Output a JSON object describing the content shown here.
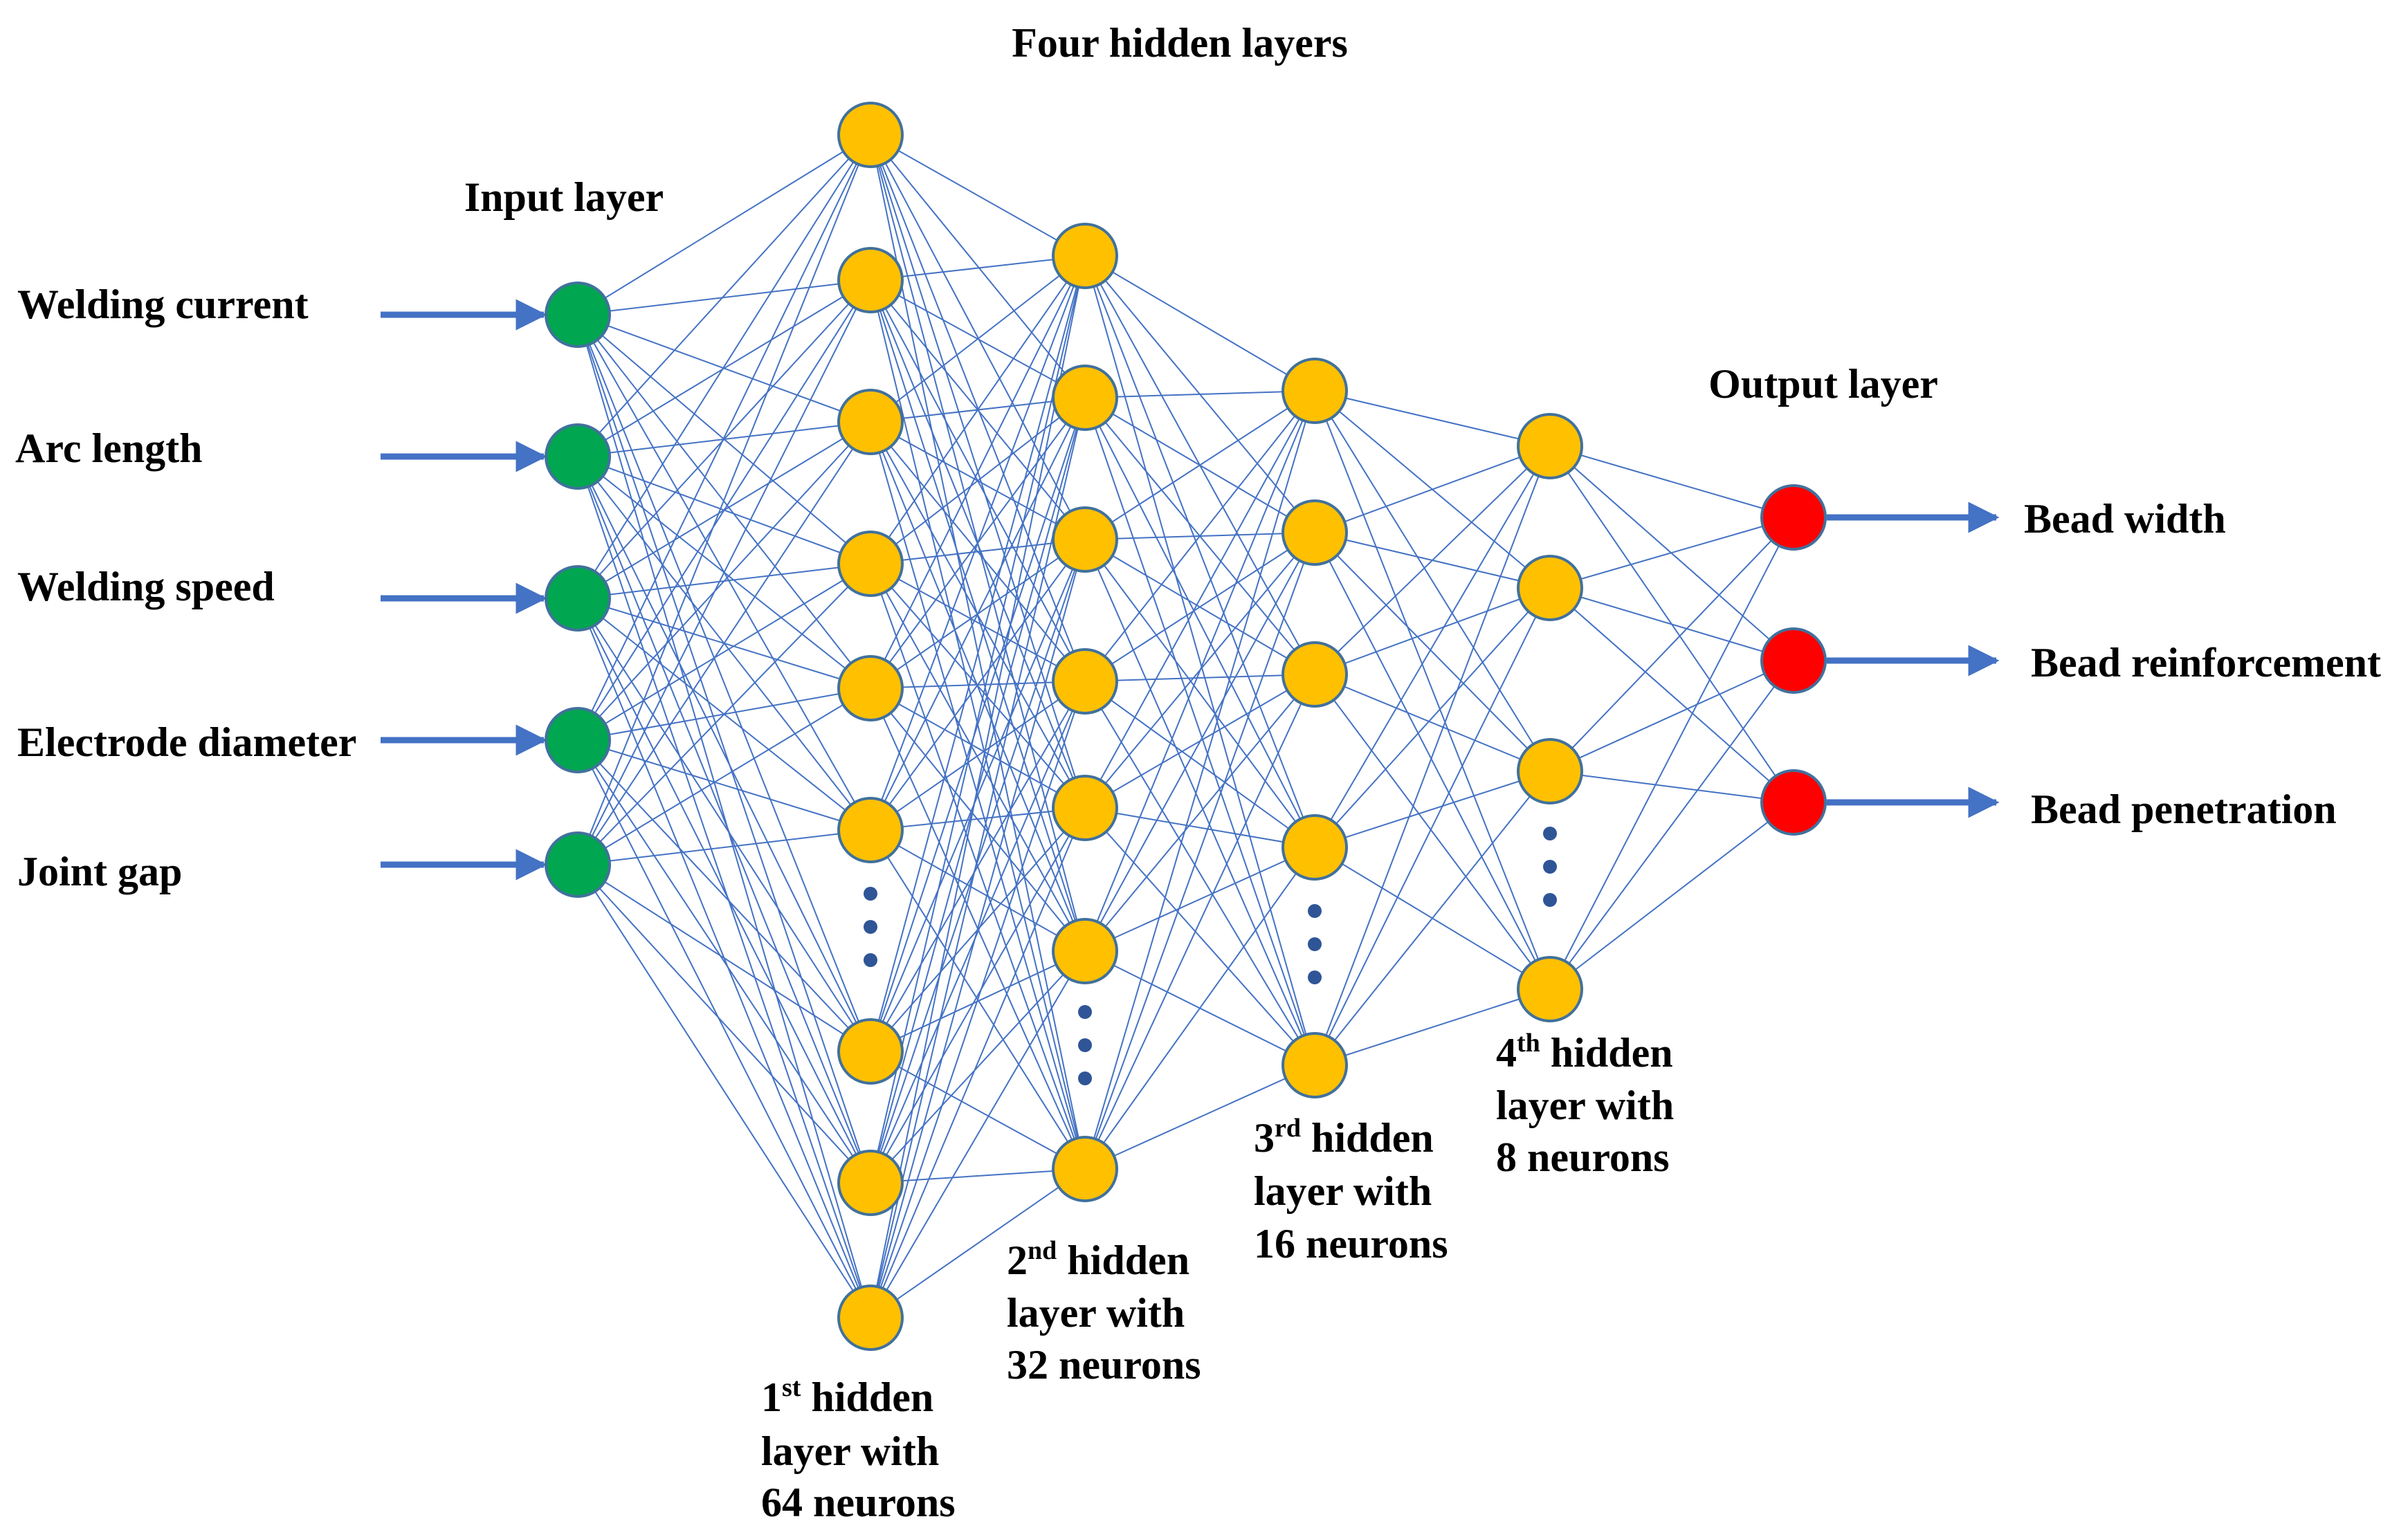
{
  "title": "Four hidden layers",
  "colors": {
    "input_node": "#00A650",
    "hidden_node": "#FFC000",
    "output_node": "#FF0000",
    "node_stroke": "#41719C",
    "connection": "#4472C4",
    "arrow": "#4472C4",
    "ellipsis_dot": "#2F5597"
  },
  "input_layer": {
    "label": "Input layer",
    "inputs": [
      "Welding current",
      "Arc length",
      "Welding speed",
      "Electrode diameter",
      "Joint gap"
    ]
  },
  "hidden_layers": [
    {
      "ordinal": "1",
      "suffix": "st",
      "text": " hidden",
      "line2": "layer with",
      "line3": "64 neurons"
    },
    {
      "ordinal": "2",
      "suffix": "nd",
      "text": " hidden",
      "line2": "layer with",
      "line3": "32 neurons"
    },
    {
      "ordinal": "3",
      "suffix": "rd",
      "text": " hidden",
      "line2": "layer with",
      "line3": "16 neurons"
    },
    {
      "ordinal": "4",
      "suffix": "th",
      "text": " hidden",
      "line2": "layer with",
      "line3": "8 neurons"
    }
  ],
  "output_layer": {
    "label": "Output layer",
    "outputs": [
      "Bead width",
      "Bead reinforcement",
      "Bead penetration"
    ]
  }
}
